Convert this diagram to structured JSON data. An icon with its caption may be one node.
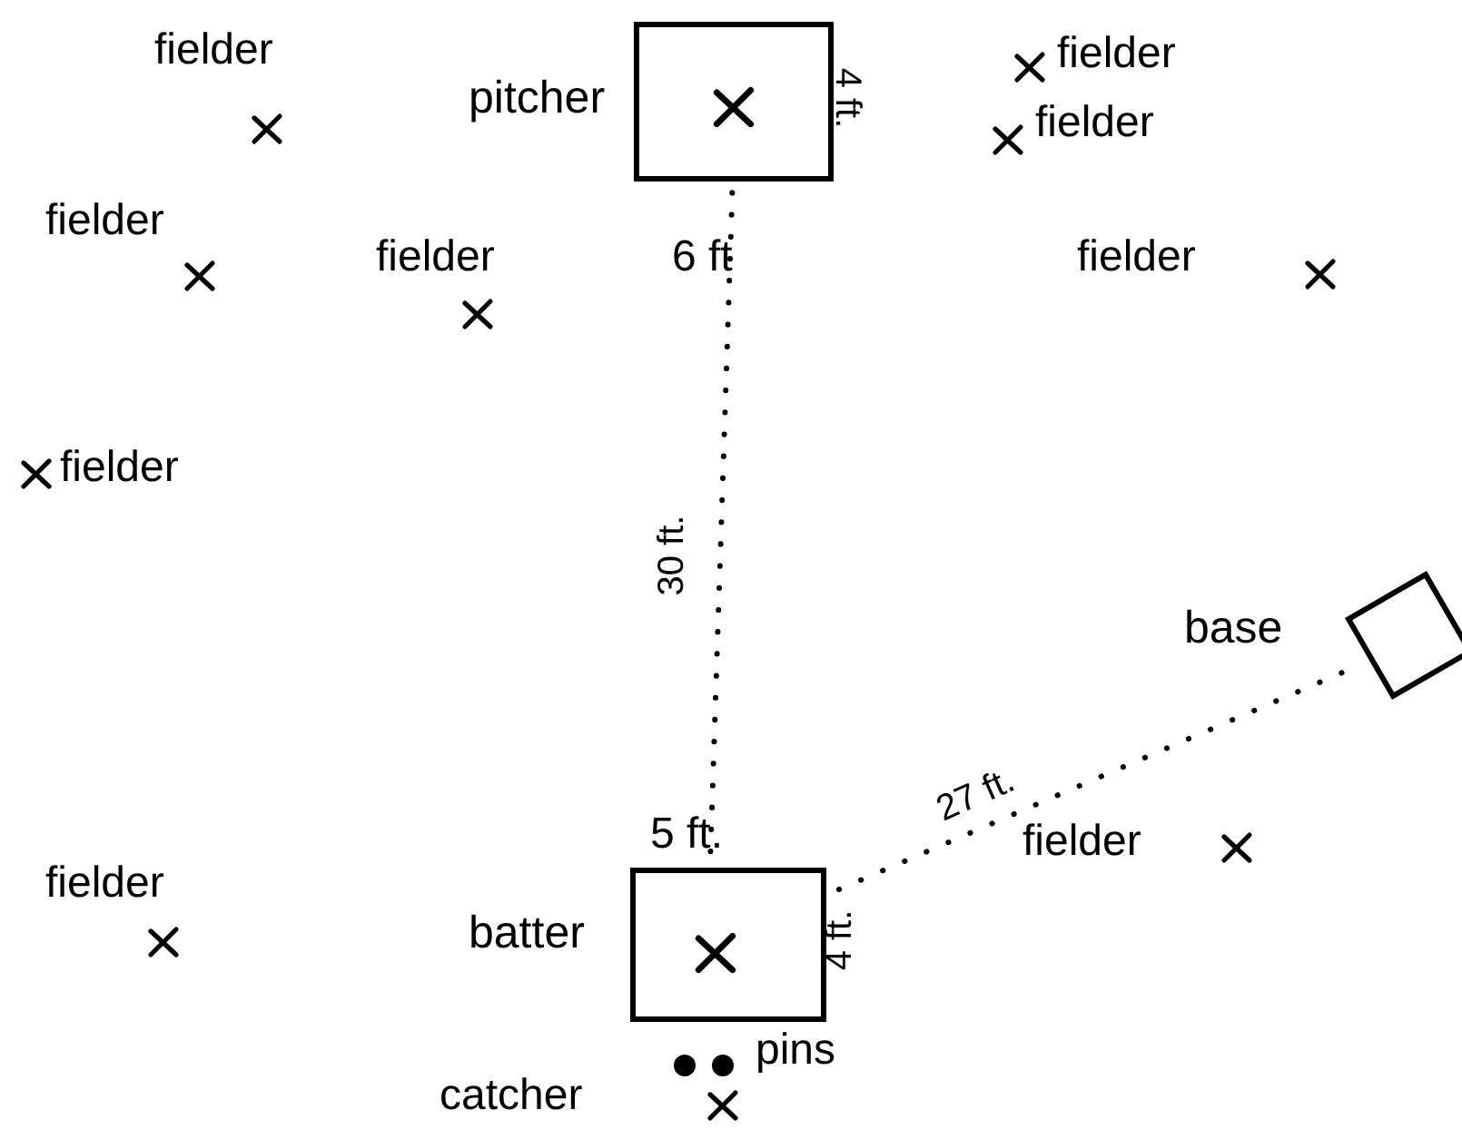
{
  "diagram": {
    "nodes": [
      {
        "text": [],
        "shape": "box",
        "beside": [
          "pitcher"
        ]
      },
      {
        "text": [],
        "shape": "box",
        "beside": [
          "batter"
        ]
      },
      {
        "text": [],
        "shape": "box",
        "beside": [
          "base"
        ]
      }
    ],
    "labels": [
      "fielder",
      "fielder",
      "4 ft.",
      "fielder",
      "fielder",
      "fielder",
      "6 ft",
      "fielder",
      "fielder",
      "30 ft.",
      "27 ft.",
      "5 ft.",
      "fielder",
      "fielder",
      "4 ft.",
      "pins",
      "catcher"
    ]
  }
}
